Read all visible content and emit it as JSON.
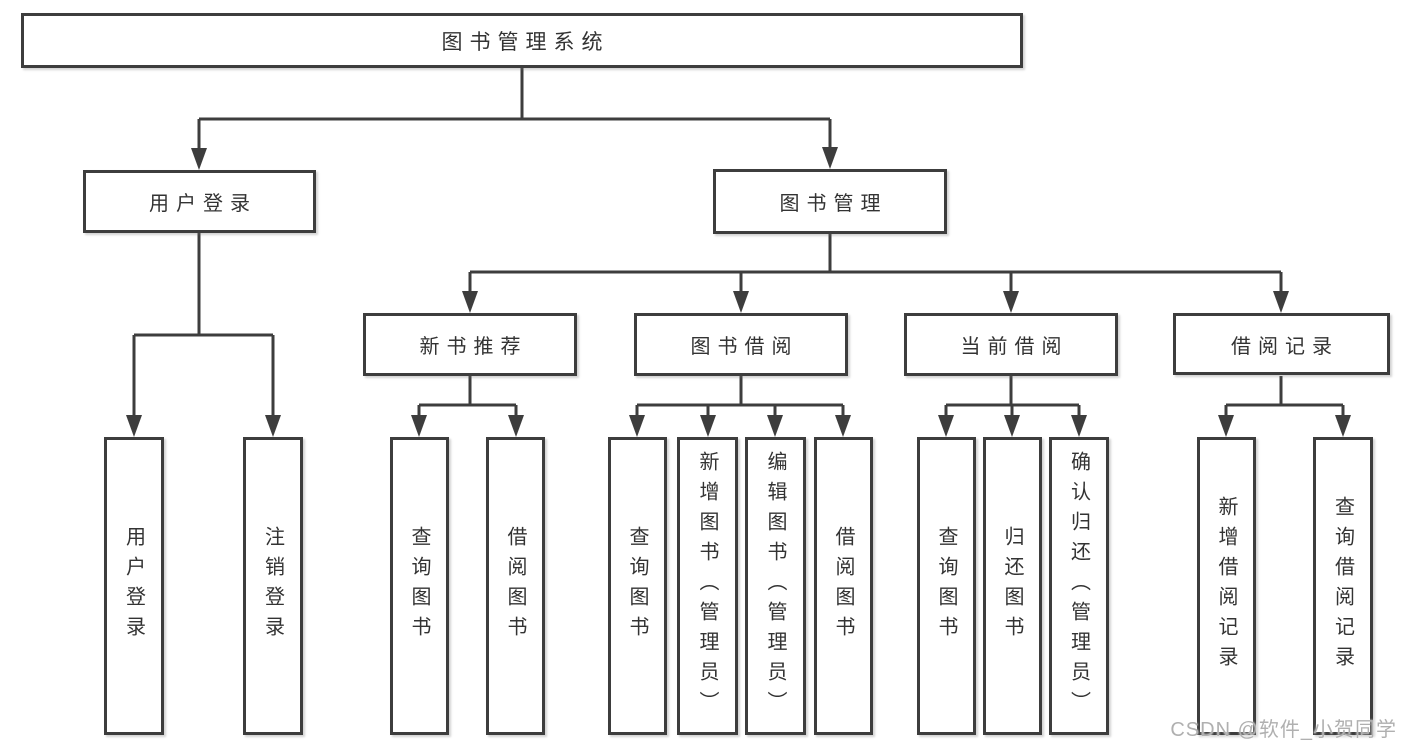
{
  "diagram": {
    "title": "图书管理系统",
    "modules": [
      {
        "label": "用户登录",
        "functions": [
          "用户登录",
          "注销登录"
        ]
      },
      {
        "label": "图书管理",
        "submodules": [
          {
            "label": "新书推荐",
            "functions": [
              "查询图书",
              "借阅图书"
            ]
          },
          {
            "label": "图书借阅",
            "functions": [
              "查询图书",
              "新增图书（管理员）",
              "编辑图书（管理员）",
              "借阅图书"
            ]
          },
          {
            "label": "当前借阅",
            "functions": [
              "查询图书",
              "归还图书",
              "确认归还（管理员）"
            ]
          },
          {
            "label": "借阅记录",
            "functions": [
              "新增借阅记录",
              "查询借阅记录"
            ]
          }
        ]
      }
    ]
  },
  "watermark": {
    "text": "CSDN @软件_小贺同学"
  },
  "colors": {
    "line": "#3d3d3d",
    "text": "#333333",
    "watermark": "#b0b0b0",
    "background": "#ffffff"
  }
}
